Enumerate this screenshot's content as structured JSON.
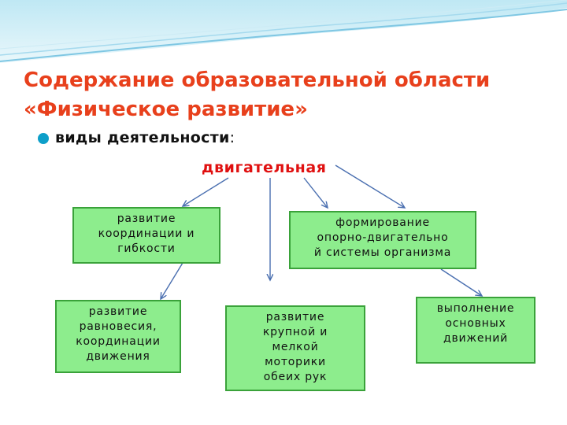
{
  "title": "Содержание образовательной области «Физическое развитие»",
  "bullet": {
    "label": "виды деятельности",
    "colon": ":"
  },
  "center": "двигательная",
  "boxes": {
    "coordination": "развитие\nкоординации и\nгибкости",
    "musculoskeletal": "формирование\nопорно-двигательно\nй системы организма",
    "balance": "развитие\nравновесия,\nкоординации\nдвижения",
    "motor": "развитие\nкрупной и\nмелкой\nмоторики\nобеих рук",
    "movements": "выполнение\nосновных\nдвижений"
  },
  "colors": {
    "title": "#e8401c",
    "center": "#e01010",
    "box_fill": "#8ded8d",
    "box_border": "#3aa23a",
    "arrow": "#4a6fb0",
    "bullet": "#0d9fc9"
  }
}
